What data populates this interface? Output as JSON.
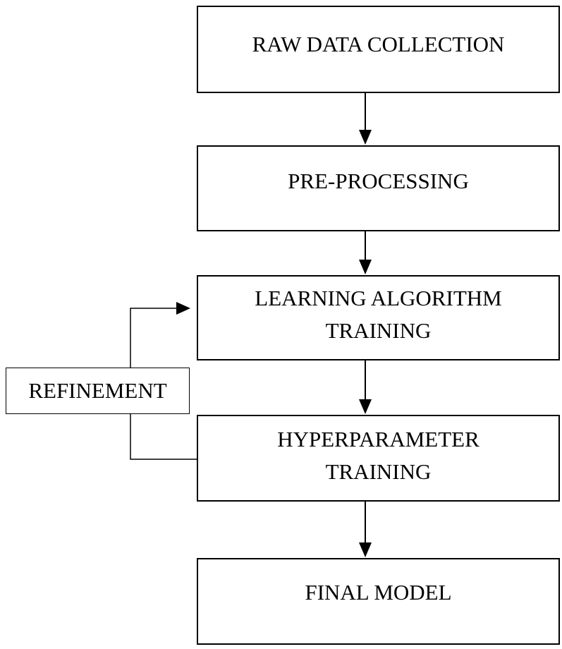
{
  "diagram": {
    "steps": [
      {
        "label": "RAW DATA COLLECTION"
      },
      {
        "label": "PRE-PROCESSING"
      },
      {
        "label_line1": "LEARNING ALGORITHM",
        "label_line2": "TRAINING"
      },
      {
        "label_line1": "HYPERPARAMETER",
        "label_line2": "TRAINING"
      },
      {
        "label": "FINAL MODEL"
      }
    ],
    "feedback": {
      "label": "REFINEMENT"
    }
  }
}
